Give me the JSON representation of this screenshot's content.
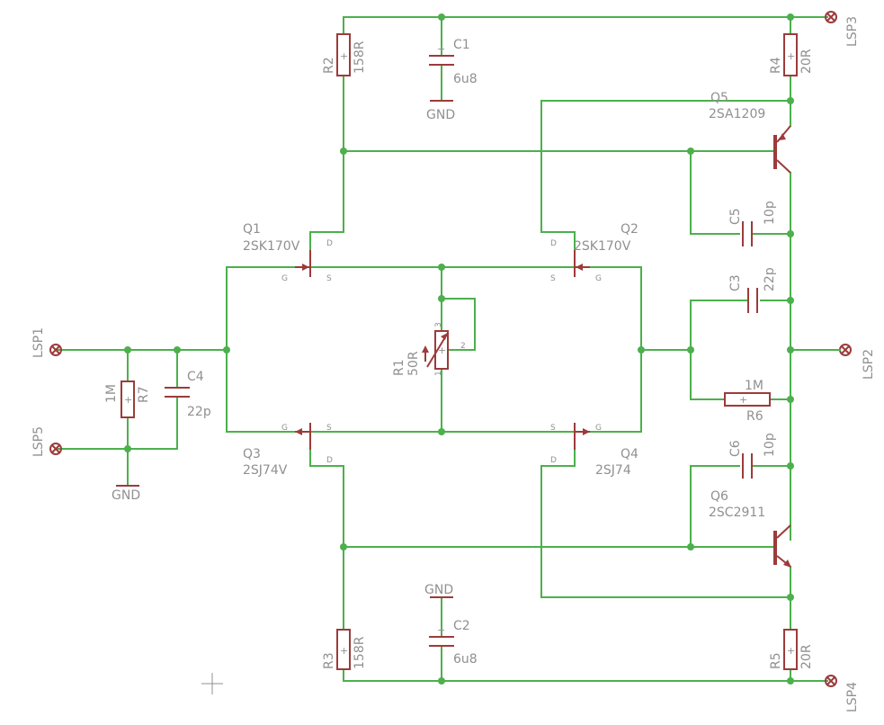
{
  "pads": {
    "lsp1": "LSP1",
    "lsp2": "LSP2",
    "lsp3": "LSP3",
    "lsp4": "LSP4",
    "lsp5": "LSP5"
  },
  "parts": {
    "r2": {
      "name": "R2",
      "value": "158R"
    },
    "r3": {
      "name": "R3",
      "value": "158R"
    },
    "r4": {
      "name": "R4",
      "value": "20R"
    },
    "r5": {
      "name": "R5",
      "value": "20R"
    },
    "r6": {
      "name": "R6",
      "value": "1M"
    },
    "r7": {
      "name": "R7",
      "value": "1M"
    },
    "r1": {
      "name": "R1",
      "value": "50R",
      "pin1": "1",
      "pin2": "2",
      "pin3": "3"
    },
    "c1": {
      "name": "C1",
      "value": "6u8"
    },
    "c2": {
      "name": "C2",
      "value": "6u8"
    },
    "c3": {
      "name": "C3",
      "value": "22p"
    },
    "c4": {
      "name": "C4",
      "value": "22p"
    },
    "c5": {
      "name": "C5",
      "value": "10p"
    },
    "c6": {
      "name": "C6",
      "value": "10p"
    },
    "q1": {
      "name": "Q1",
      "value": "2SK170V"
    },
    "q2": {
      "name": "Q2",
      "value": "2SK170V"
    },
    "q3": {
      "name": "Q3",
      "value": "2SJ74V"
    },
    "q4": {
      "name": "Q4",
      "value": "2SJ74"
    },
    "q5": {
      "name": "Q5",
      "value": "2SA1209"
    },
    "q6": {
      "name": "Q6",
      "value": "2SC2911"
    }
  },
  "gnd_label": "GND",
  "pin_labels": {
    "d": "D",
    "g": "G",
    "s": "S"
  },
  "plus_sign": "+",
  "colors": {
    "wire": "#4cb04c",
    "part": "#9c3b3b",
    "text": "#909090",
    "background": "#ffffff"
  }
}
